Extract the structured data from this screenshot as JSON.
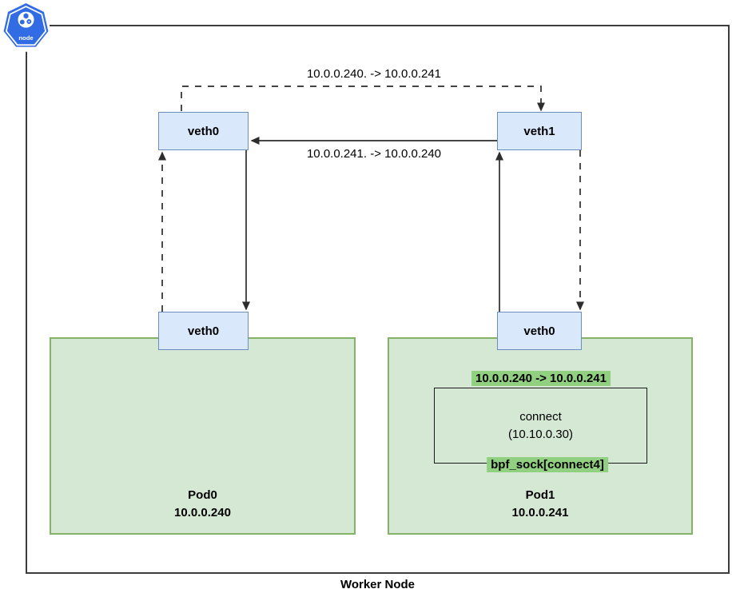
{
  "icon": {
    "label": "node"
  },
  "worker_node": {
    "label": "Worker Node"
  },
  "veth": {
    "host_left": "veth0",
    "host_right": "veth1",
    "pod_left": "veth0",
    "pod_right": "veth0"
  },
  "arrows": {
    "forward_label": "10.0.0.240. -> 10.0.0.241",
    "return_label": "10.0.0.241. -> 10.0.0.240"
  },
  "pod0": {
    "name": "Pod0",
    "ip": "10.0.0.240"
  },
  "pod1": {
    "name": "Pod1",
    "ip": "10.0.0.241"
  },
  "connect_box": {
    "flow_label": "10.0.0.240 -> 10.0.0.241",
    "call": "connect",
    "destination": "(10.10.0.30)",
    "hook_label": "bpf_sock[connect4]"
  },
  "colors": {
    "kubernetes_blue": "#326ce5",
    "interface_fill": "#dae8fc",
    "interface_stroke": "#6c8ebf",
    "pod_fill": "#d5e8d4",
    "pod_stroke": "#82b366",
    "highlight_green": "#90d080",
    "line": "#2d2d2d"
  }
}
